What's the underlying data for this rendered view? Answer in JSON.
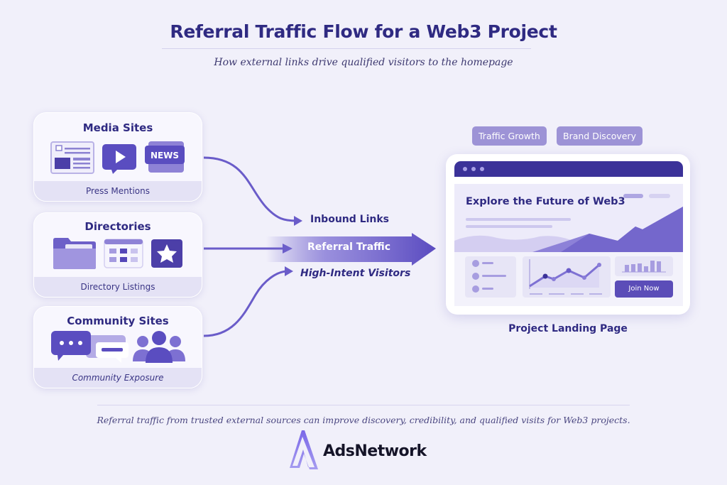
{
  "header": {
    "title": "Referral Traffic Flow for a Web3 Project",
    "subtitle": "How external links drive qualified visitors to the homepage"
  },
  "sources": [
    {
      "title": "Media Sites",
      "footer": "Press Mentions",
      "icons": [
        "newspaper-icon",
        "video-play-icon",
        "news-badge-icon"
      ],
      "news_badge_text": "NEWS"
    },
    {
      "title": "Directories",
      "footer": "Directory Listings",
      "icons": [
        "folder-icon",
        "grid-listing-icon",
        "star-icon"
      ]
    },
    {
      "title": "Community Sites",
      "footer": "Community Exposure",
      "icons": [
        "chat-bubbles-icon",
        "users-group-icon"
      ]
    }
  ],
  "flow": {
    "inbound_label": "Inbound Links",
    "main_label": "Referral Traffic",
    "visitors_label": "High-Intent Visitors"
  },
  "tags": [
    "Traffic Growth",
    "Brand Discovery"
  ],
  "landing": {
    "hero_title": "Explore the Future of Web3",
    "cta_label": "Join Now",
    "caption": "Project Landing Page"
  },
  "footer": {
    "note": "Referral traffic from trusted external sources can improve discovery, credibility, and qualified visits for Web3 projects.",
    "brand": "AdsNetwork"
  },
  "colors": {
    "primary": "#3b3299",
    "accent": "#6a5cc9",
    "background": "#f1f0fa",
    "tag": "#9d93d6"
  }
}
